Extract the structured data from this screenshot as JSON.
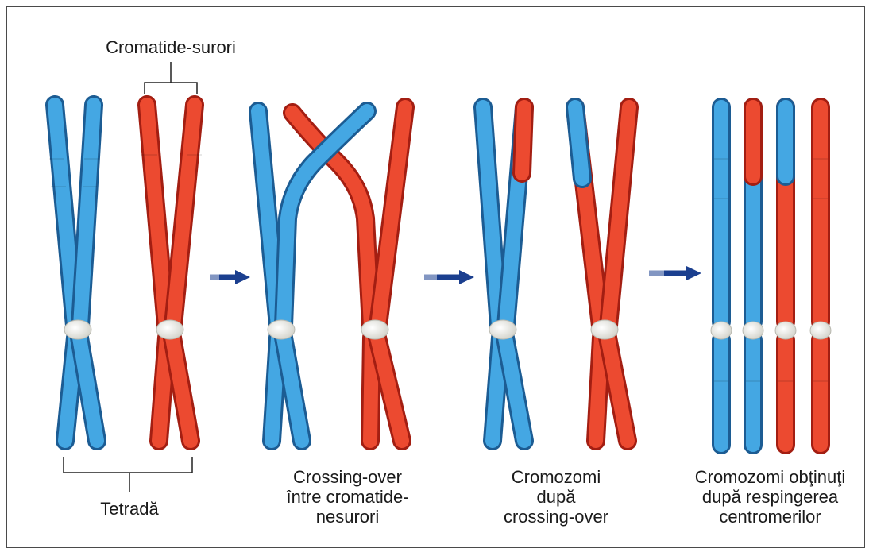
{
  "labels": {
    "sister_chromatids": "Cromatide-surori",
    "tetrad": "Tetradă",
    "crossing_over": "Crossing-over\nîntre cromatide-\nnesurori",
    "after_crossing": "Cromozomi\ndupă\ncrossing-over",
    "after_separation": "Cromozomi obţinuţi\ndupă respingerea\ncentromerilor"
  },
  "colors": {
    "blue": "#3a9ad8",
    "red": "#e8402a",
    "arrow": "#1b3f8f",
    "centromere": "#ecece6"
  }
}
